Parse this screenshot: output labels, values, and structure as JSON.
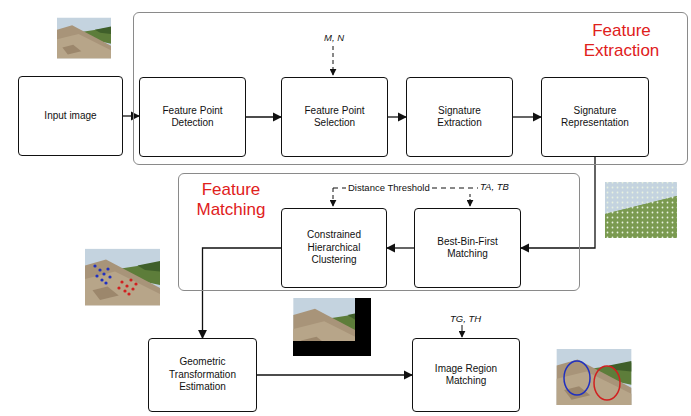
{
  "diagram": {
    "nodes": [
      {
        "text": [
          "Input image"
        ]
      },
      {
        "text": [
          "Feature Extraction"
        ]
      },
      {
        "text": [
          "Feature Point Detection"
        ],
        "in": 1
      },
      {
        "text": [
          "Feature Point Selection"
        ],
        "in": 1
      },
      {
        "text": [
          "Signature Extraction"
        ],
        "in": 1
      },
      {
        "text": [
          "Signature Representation"
        ],
        "in": 1
      },
      {
        "text": [
          "Feature Matching"
        ]
      },
      {
        "text": [
          "Constrained Hierarchical Clustering"
        ],
        "in": 6
      },
      {
        "text": [
          "Best-Bin-First Matching"
        ],
        "in": 6
      },
      {
        "text": [
          "Geometric Transformation Estimation"
        ]
      },
      {
        "text": [
          "Image Region Matching"
        ]
      }
    ],
    "edges": [
      {
        "from": 0,
        "to": 2,
        "arrow": "to"
      },
      {
        "from": 2,
        "to": 3,
        "arrow": "to"
      },
      {
        "from": 3,
        "to": 4,
        "arrow": "to"
      },
      {
        "from": 4,
        "to": 5,
        "arrow": "to"
      },
      {
        "from": 5,
        "to": 8,
        "arrow": "to"
      },
      {
        "from": 8,
        "to": 7,
        "arrow": "to"
      },
      {
        "from": 7,
        "to": 9,
        "arrow": "to"
      },
      {
        "from": 9,
        "to": 10,
        "arrow": "to"
      }
    ],
    "labels": [
      "M, N",
      "Distance Threshold",
      "TA, TB",
      "TG, TH"
    ]
  }
}
